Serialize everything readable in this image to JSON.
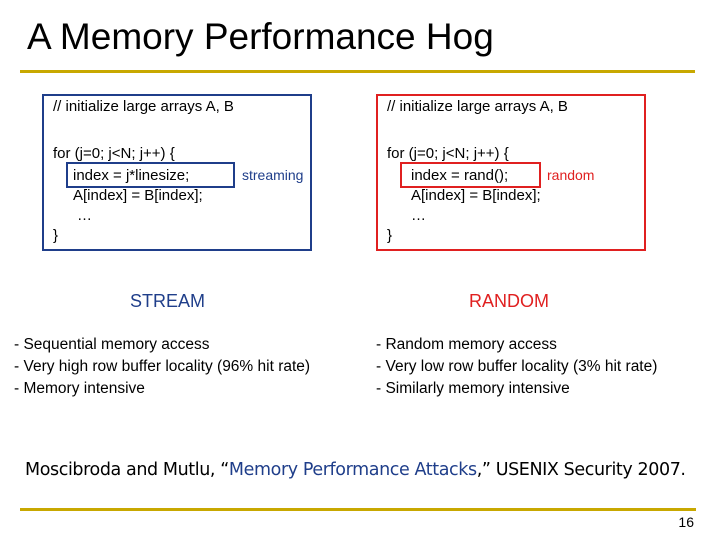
{
  "slide": {
    "title": "A Memory Performance Hog",
    "page_number": "16",
    "colors": {
      "rule": "#c8a800",
      "blue": "#1f3e8a",
      "red": "#e02020"
    }
  },
  "stream": {
    "code": {
      "comment": "// initialize large arrays A, B",
      "loop_open": "for (j=0; j<N; j++) {",
      "index_line": "index = j*linesize;",
      "assign_line": "A[index] = B[index];",
      "ellipsis": "…",
      "close": "}"
    },
    "tag": "streaming",
    "heading": "STREAM",
    "bullets": [
      "- Sequential memory access",
      "- Very high row buffer locality (96% hit rate)",
      "- Memory intensive"
    ]
  },
  "random": {
    "code": {
      "comment": "// initialize large arrays A, B",
      "loop_open": "for (j=0; j<N; j++) {",
      "index_line": "index = rand();",
      "assign_line": "A[index] = B[index];",
      "ellipsis": "…",
      "close": "}"
    },
    "tag": "random",
    "heading": "RANDOM",
    "bullets": [
      "- Random memory access",
      "- Very low row buffer locality (3% hit rate)",
      "- Similarly memory intensive"
    ]
  },
  "citation": {
    "prefix": "Moscibroda and Mutlu, “",
    "link_text": "Memory Performance Attacks",
    "suffix": ",” USENIX Security 2007."
  }
}
